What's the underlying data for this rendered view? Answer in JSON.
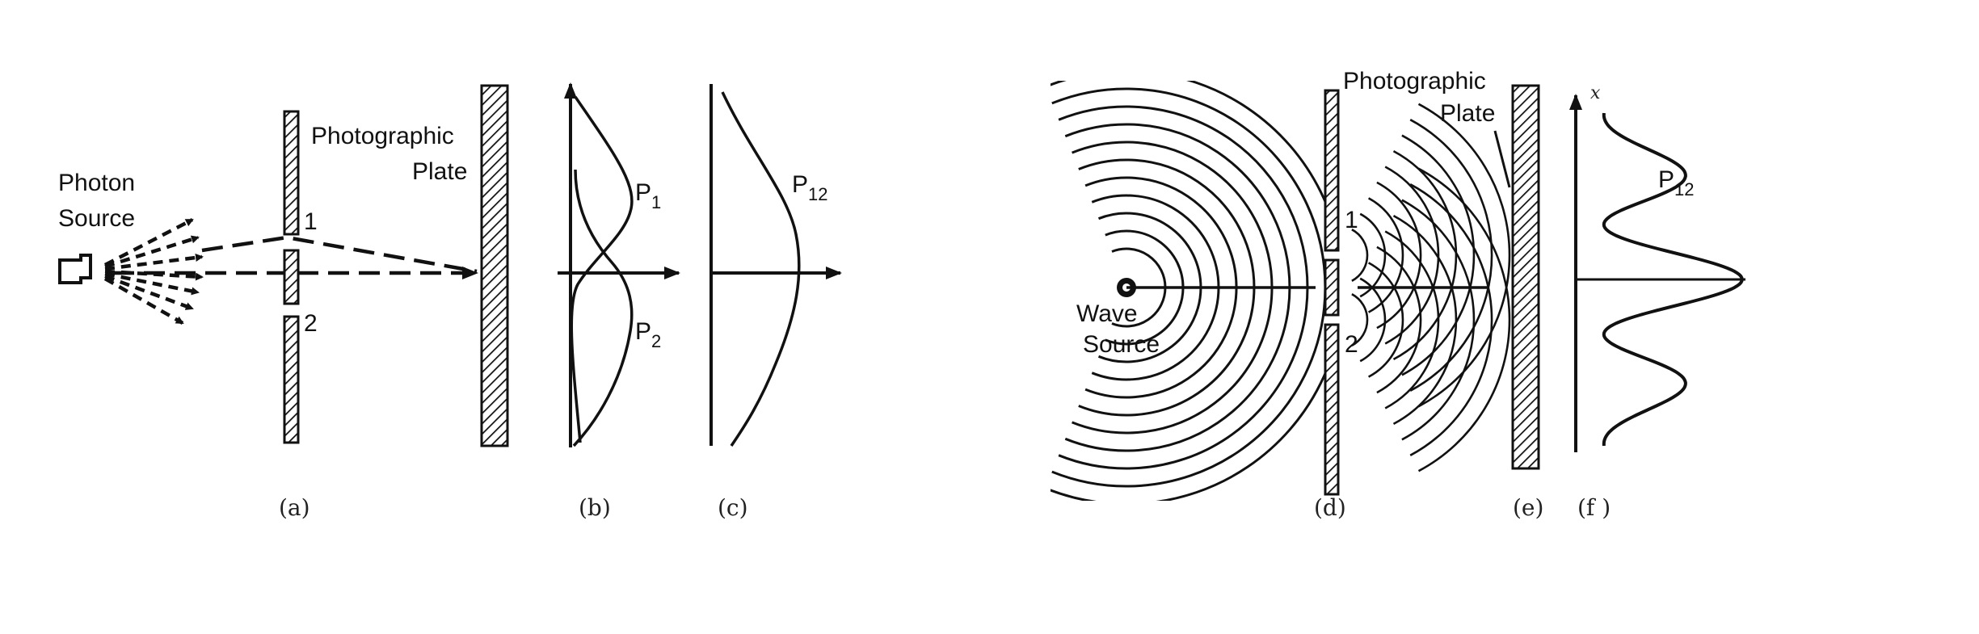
{
  "left": {
    "source_label_line1": "Photon",
    "source_label_line2": "Source",
    "plate_label_line1": "Photographic",
    "plate_label_line2": "Plate",
    "slit1": "1",
    "slit2": "2",
    "p1": "P",
    "p1_sub": "1",
    "p2": "P",
    "p2_sub": "2",
    "p12": "P",
    "p12_sub": "12",
    "caption_a": "(a)",
    "caption_b": "(b)",
    "caption_c": "(c)"
  },
  "right": {
    "source_label_line1": "Wave",
    "source_label_line2": "Source",
    "plate_label_line1": "Photographic",
    "plate_label_line2": "Plate",
    "slit1": "1",
    "slit2": "2",
    "p12": "P",
    "p12_sub": "12",
    "axis_label": "x",
    "caption_d": "(d)",
    "caption_e": "(e)",
    "caption_f": "(f )"
  }
}
